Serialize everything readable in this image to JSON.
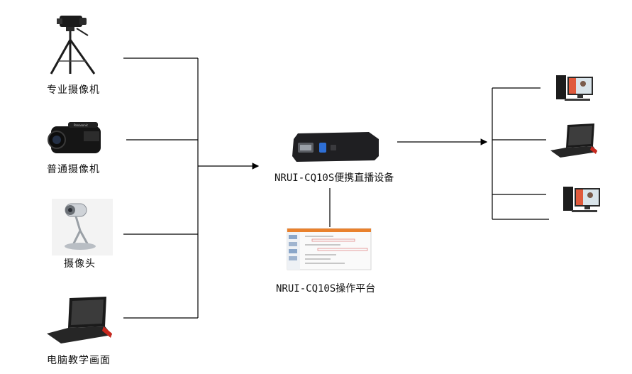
{
  "sources": [
    {
      "label": "专业摄像机",
      "icon": "tripod-camera-icon"
    },
    {
      "label": "普通摄像机",
      "icon": "handheld-camcorder-icon"
    },
    {
      "label": "摄像头",
      "icon": "webcam-icon"
    },
    {
      "label": "电脑教学画面",
      "icon": "laptop-icon"
    }
  ],
  "device": {
    "label": "NRUI-CQ10S便携直播设备",
    "icon": "capture-box-icon"
  },
  "platform": {
    "label": "NRUI-CQ10S操作平台",
    "icon": "software-screenshot-icon"
  },
  "outputs": [
    {
      "icon": "desktop-computer-icon"
    },
    {
      "icon": "laptop-icon"
    },
    {
      "icon": "desktop-computer-icon"
    }
  ],
  "colors": {
    "line": "#000000",
    "device_body": "#1f1f22",
    "device_port": "#2e6fd6",
    "laptop_accent": "#c8281e",
    "screen": "#2a2a2a",
    "platform_header": "#e9812d"
  }
}
